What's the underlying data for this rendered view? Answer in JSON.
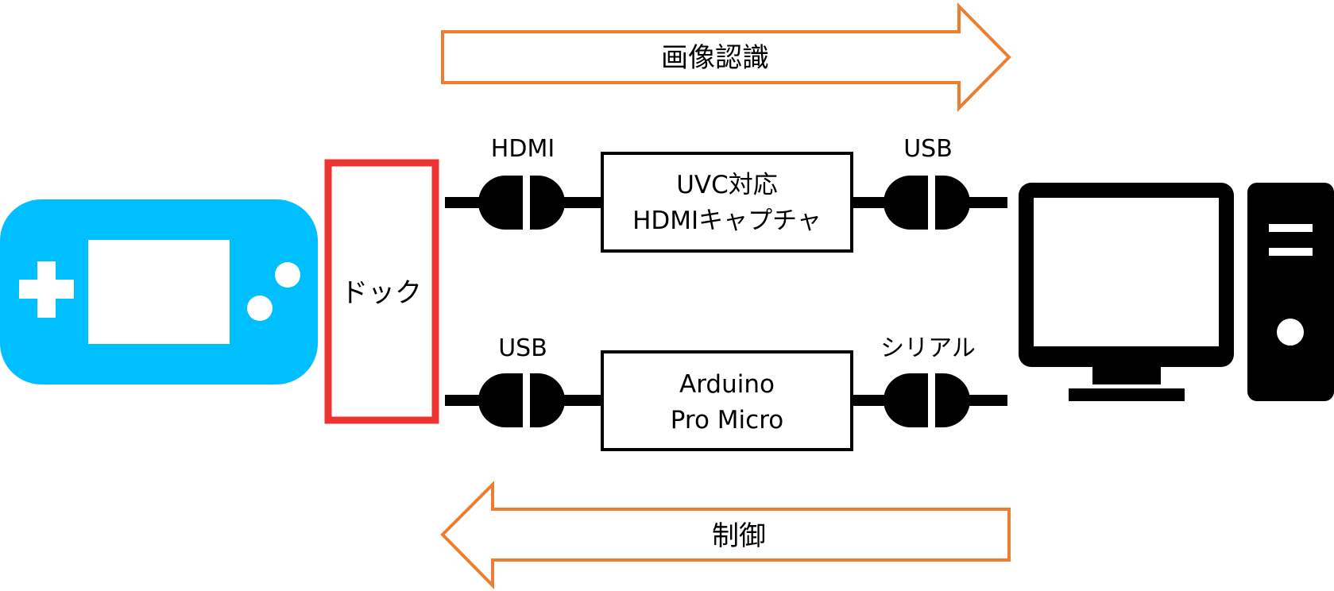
{
  "arrows": {
    "top_label": "画像認識",
    "bottom_label": "制御"
  },
  "dock": {
    "label": "ドック"
  },
  "top_chain": {
    "left_connector_label": "HDMI",
    "box_line1": "UVC対応",
    "box_line2": "HDMIキャプチャ",
    "right_connector_label": "USB"
  },
  "bottom_chain": {
    "left_connector_label": "USB",
    "box_line1": "Arduino",
    "box_line2": "Pro Micro",
    "right_connector_label": "シリアル"
  },
  "colors": {
    "arrow_outline": "#ED7D31",
    "dock_outline": "#EE3333",
    "console_body": "#00BFFF",
    "black": "#000000",
    "white": "#FFFFFF"
  }
}
